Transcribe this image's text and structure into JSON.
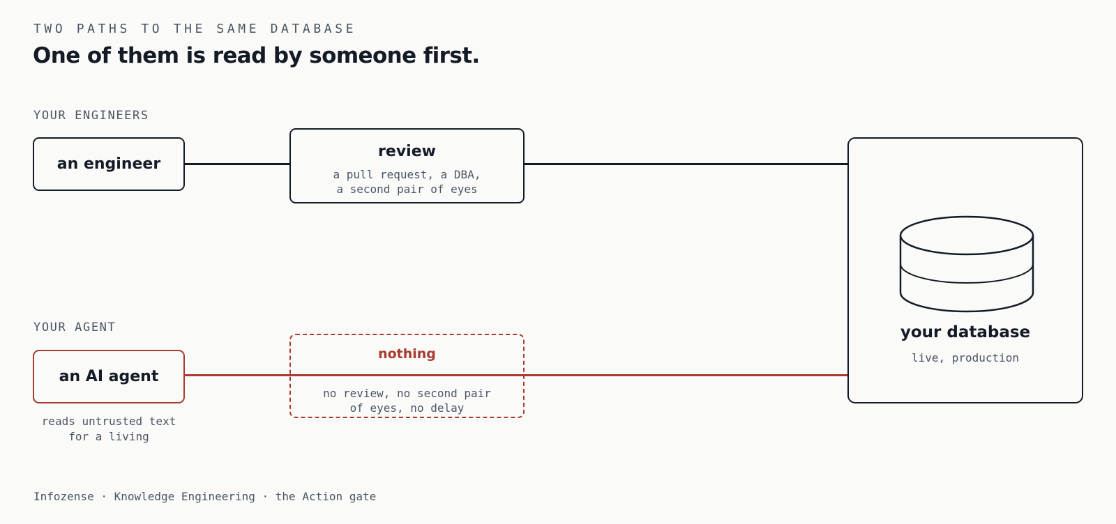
{
  "header": {
    "eyebrow": "TWO PATHS TO THE SAME DATABASE",
    "title": "One of them is read by someone first."
  },
  "lanes": {
    "engineers": {
      "label": "YOUR ENGINEERS",
      "actor": "an engineer",
      "gate_title": "review",
      "gate_line1": "a pull request, a DBA,",
      "gate_line2": "a second pair of eyes"
    },
    "agent": {
      "label": "YOUR AGENT",
      "actor": "an AI agent",
      "actor_note_line1": "reads untrusted text",
      "actor_note_line2": "for a living",
      "gate_title": "nothing",
      "gate_line1": "no review, no second pair",
      "gate_line2": "of eyes, no delay"
    }
  },
  "database": {
    "title": "your database",
    "subtitle": "live, production",
    "icon": "database-cylinder-icon"
  },
  "footer": {
    "text": "Infozense · Knowledge Engineering · the Action gate"
  },
  "colors": {
    "ink": "#141b26",
    "muted": "#4a5563",
    "danger": "#a83a30",
    "background": "#fafaf8"
  }
}
